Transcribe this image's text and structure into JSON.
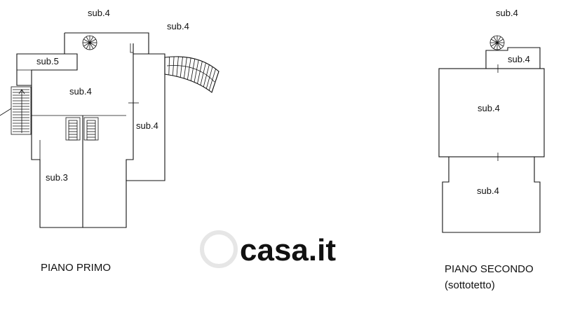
{
  "watermark": {
    "text": "casa.it"
  },
  "first_floor": {
    "caption": "PIANO PRIMO",
    "labels": {
      "top": "sub.4",
      "stair_arc": "sub.4",
      "terrace": "sub.5",
      "main": "sub.4",
      "right_wing": "sub.4",
      "bottom": "sub.3"
    }
  },
  "second_floor": {
    "caption": "PIANO SECONDO",
    "sub_caption": "(sottotetto)",
    "labels": {
      "top": "sub.4",
      "small_room": "sub.4",
      "upper_room": "sub.4",
      "lower_room": "sub.4"
    }
  }
}
